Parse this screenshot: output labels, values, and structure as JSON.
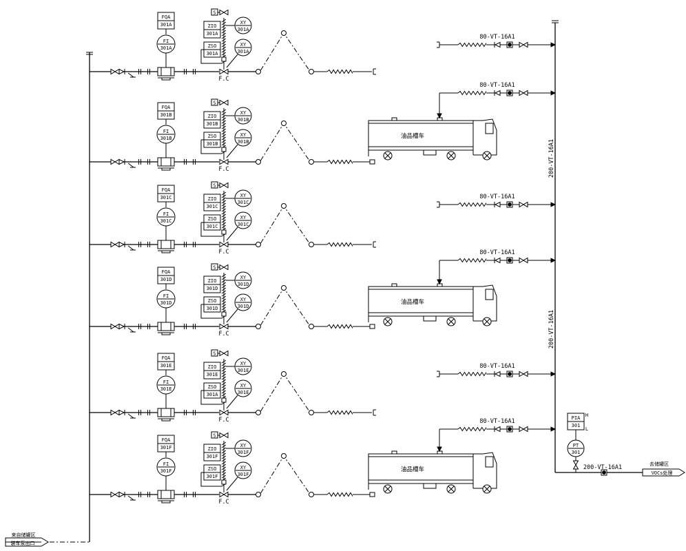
{
  "rows": [
    {
      "fqa": "FQA",
      "fqa_tag": "301A",
      "fi": "FI",
      "fi_tag": "301A",
      "zio": "ZIO",
      "zio_tag": "301A",
      "zso": "ZSO",
      "zso_tag": "301A",
      "xy1": "XY",
      "xy1_tag": "301A",
      "xy2": "XY",
      "xy2_tag": "301A",
      "fc": "F.C",
      "s": "S",
      "vent_label": "80-VT-16A1",
      "has_truck": false
    },
    {
      "fqa": "FQA",
      "fqa_tag": "301B",
      "fi": "FI",
      "fi_tag": "301B",
      "zio": "ZIO",
      "zio_tag": "301B",
      "zso": "ZSO",
      "zso_tag": "301B",
      "xy1": "XY",
      "xy1_tag": "301B",
      "xy2": "XY",
      "xy2_tag": "301B",
      "fc": "F.C",
      "s": "S",
      "vent_label": "80-VT-16A1",
      "has_truck": true
    },
    {
      "fqa": "FQA",
      "fqa_tag": "301C",
      "fi": "FI",
      "fi_tag": "301C",
      "zio": "ZIO",
      "zio_tag": "301C",
      "zso": "ZSO",
      "zso_tag": "301C",
      "xy1": "XY",
      "xy1_tag": "301C",
      "xy2": "XY",
      "xy2_tag": "301C",
      "fc": "F.C",
      "s": "S",
      "vent_label": "80-VT-16A1",
      "has_truck": false
    },
    {
      "fqa": "FQA",
      "fqa_tag": "301D",
      "fi": "FI",
      "fi_tag": "301D",
      "zio": "ZIO",
      "zio_tag": "301D",
      "zso": "ZSO",
      "zso_tag": "301D",
      "xy1": "XY",
      "xy1_tag": "301D",
      "xy2": "XY",
      "xy2_tag": "301D",
      "fc": "F.C",
      "s": "S",
      "vent_label": "80-VT-16A1",
      "has_truck": true
    },
    {
      "fqa": "FQA",
      "fqa_tag": "301E",
      "fi": "FI",
      "fi_tag": "301E",
      "zio": "ZIO",
      "zio_tag": "301E",
      "zso": "ZSO",
      "zso_tag": "301A",
      "xy1": "XY",
      "xy1_tag": "301E",
      "xy2": "XY",
      "xy2_tag": "301E",
      "fc": "F.C",
      "s": "S",
      "vent_label": "80-VT-16A1",
      "has_truck": false
    },
    {
      "fqa": "FQA",
      "fqa_tag": "301F",
      "fi": "FI",
      "fi_tag": "301F",
      "zio": "ZIO",
      "zio_tag": "301F",
      "zso": "ZSO",
      "zso_tag": "301F",
      "xy1": "XY",
      "xy1_tag": "301F",
      "xy2": "XY",
      "xy2_tag": "301F",
      "fc": "F.C",
      "s": "S",
      "vent_label": "80-VT-16A1",
      "has_truck": true
    }
  ],
  "truck_label": "油品槽车",
  "header_label": "200-VT-16A1",
  "pia": {
    "name": "PIA",
    "tag": "301",
    "high": "H",
    "low": "L"
  },
  "pt": {
    "name": "PT",
    "tag": "301"
  },
  "outlet": {
    "line_label": "200-VT-16A1",
    "dest_label": "去储罐区",
    "box_label": "VOCs处理"
  },
  "inlet": {
    "line1": "来自储罐区",
    "line2": "装车泵出口"
  }
}
